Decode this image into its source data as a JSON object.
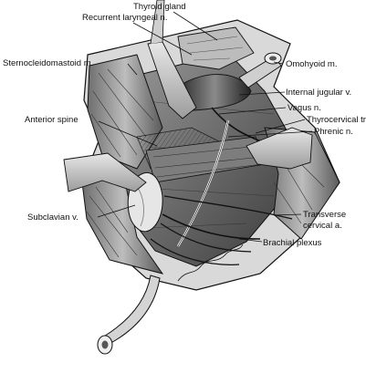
{
  "labels": {
    "thyroid_gland": "Thyroid gland",
    "recurrent_laryngeal": "Recurrent laryngeal n.",
    "sternocleidomastoid": "Sternocleidomastoid m.",
    "omohyoid": "Omohyoid m.",
    "internal_jugular": "Internal jugular v.",
    "vagus": "Vagus n.",
    "anterior_spine": "Anterior spine",
    "thyrocervical": "Thyrocervical tr",
    "phrenic": "Phrenic n.",
    "subclavian": "Subclavian v.",
    "transverse_line1": "Transverse",
    "transverse_line2": "cervical a.",
    "brachial_plexus": "Brachial plexus"
  },
  "colors": {
    "ink": "#111111",
    "background": "#ffffff"
  }
}
